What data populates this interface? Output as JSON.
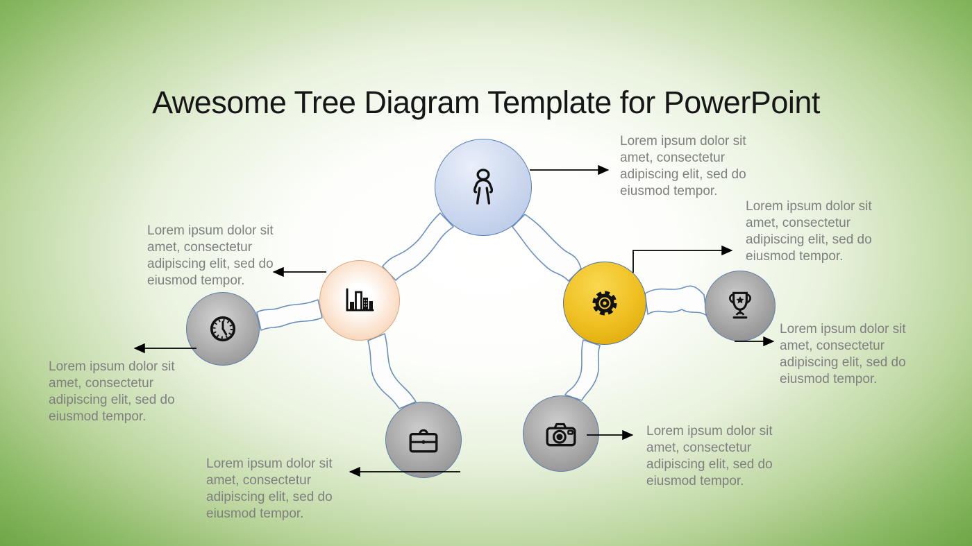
{
  "title": "Awesome Tree Diagram Template for PowerPoint",
  "callouts": [
    {
      "id": "person",
      "text": "Lorem ipsum dolor sit amet, consectetur adipiscing elit, sed do eiusmod tempor."
    },
    {
      "id": "industry",
      "text": "Lorem ipsum dolor sit amet, consectetur adipiscing elit, sed do eiusmod tempor."
    },
    {
      "id": "clock",
      "text": "Lorem ipsum dolor sit amet, consectetur adipiscing elit, sed do eiusmod tempor."
    },
    {
      "id": "briefcase",
      "text": "Lorem ipsum dolor sit amet, consectetur adipiscing elit, sed do eiusmod tempor."
    },
    {
      "id": "camera",
      "text": "Lorem ipsum dolor sit amet, consectetur adipiscing elit, sed do eiusmod tempor."
    },
    {
      "id": "gear",
      "text": "Lorem ipsum dolor sit amet, consectetur adipiscing elit, sed do eiusmod tempor."
    },
    {
      "id": "trophy",
      "text": "Lorem ipsum dolor sit amet, consectetur adipiscing elit, sed do eiusmod tempor."
    }
  ],
  "nodes": [
    {
      "id": "person",
      "icon": "person-icon",
      "fill": "#c4d2ea",
      "border": "#5b81b5"
    },
    {
      "id": "industry",
      "icon": "bar-chart-city-icon",
      "fill": "#f1c29e",
      "border": "#dba87f"
    },
    {
      "id": "clock",
      "icon": "clock-icon",
      "fill": "#a0a0a0",
      "border": "#5f7ea6"
    },
    {
      "id": "briefcase",
      "icon": "briefcase-icon",
      "fill": "#9c9c9c",
      "border": "#5f7ea6"
    },
    {
      "id": "camera",
      "icon": "camera-icon",
      "fill": "#9c9c9c",
      "border": "#5f7ea6"
    },
    {
      "id": "gear",
      "icon": "gear-icon",
      "fill": "#eebd1e",
      "border": "#4d74a8"
    },
    {
      "id": "trophy",
      "icon": "trophy-icon",
      "fill": "#989898",
      "border": "#5f7ea6"
    }
  ],
  "colors": {
    "background_green": "#6fa748",
    "background_center": "#ffffff",
    "title_text": "#161616",
    "callout_text": "#7f7f7f",
    "connector_blue": "#6b8fbd",
    "connector_fill": "#fdfdfd",
    "arrow_black": "#000000",
    "icon_ink": "#121212"
  }
}
